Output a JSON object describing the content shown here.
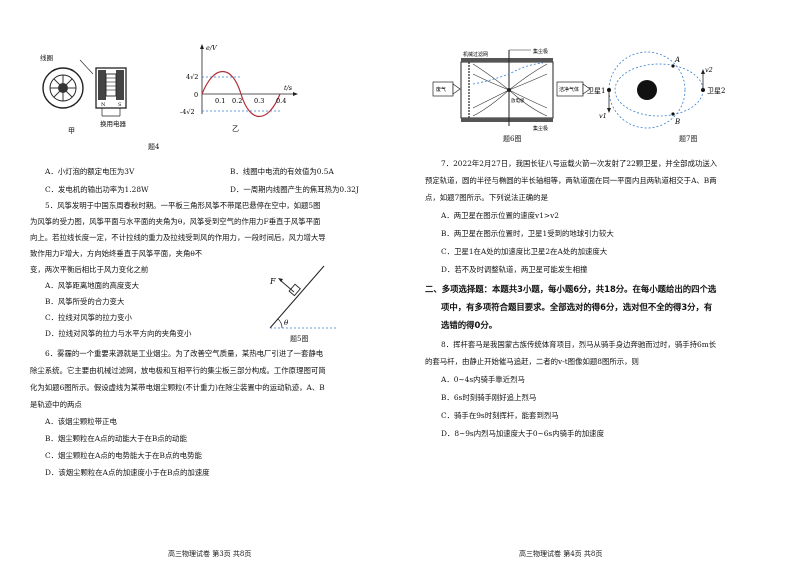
{
  "left": {
    "fig4": {
      "coil_label": "线圈",
      "device_label": "换用电器",
      "sub_a": "甲",
      "sub_b": "乙",
      "y_axis": "e/V",
      "x_axis": "t/s",
      "y_top": "4√2",
      "y_zero": "0",
      "y_bottom": "-4√2",
      "x_ticks": [
        "0.1",
        "0.2",
        "0.3",
        "0.4"
      ],
      "caption": "题4"
    },
    "q4_options": [
      "A．小灯泡的额定电压为3V",
      "B．线圈中电流的有效值为0.5A",
      "C．发电机的输出功率为1.28W",
      "D．一周期内线圈产生的焦耳热为0.32J"
    ],
    "q5_lines": [
      "5．风筝发明于中国东周春秋时期。一平板三角形风筝不带尾巴悬停在空中，如题5图",
      "为风筝的受力图，风筝平面与水平面的夹角为θ，风筝受到空气的作用力F垂直于风筝平面",
      "向上。若拉线长度一定，不计拉线的重力及拉线受到风的作用力，一段时间后，风力增大导",
      "致作用力F增大，方向始终垂直于风筝平面，夹角θ不",
      "变，两次平衡后相比于风力变化之前"
    ],
    "q5_options": [
      "A．风筝距离地面的高度变大",
      "B．风筝所受的合力变大",
      "C．拉线对风筝的拉力变小",
      "D．拉线对风筝的拉力与水平方向的夹角变小"
    ],
    "fig5": {
      "force": "F",
      "angle": "θ",
      "caption": "题5图"
    },
    "q6_lines": [
      "6．雾霾的一个重要来源就是工业烟尘。为了改善空气质量，某热电厂引进了一套静电",
      "除尘系统。它主要由机械过滤网，放电极和互相平行的集尘板三部分构成。工作原理图可简",
      "化为如题6图所示。假设虚线为某带电烟尘颗粒(不计重力)在除尘装置中的运动轨迹，A、B",
      "是轨迹中的两点"
    ],
    "q6_options": [
      "A．该烟尘颗粒带正电",
      "B．烟尘颗粒在A点的动能大于在B点的动能",
      "C．烟尘颗粒在A点的电势能大于在B点的电势能",
      "D．该烟尘颗粒在A点的加速度小于在B点的加速度"
    ],
    "footer": "高三物理试卷     第3页     共8页"
  },
  "right": {
    "fig6": {
      "filter_label": "机械过滤网",
      "collector_label": "集尘极",
      "discharge_label": "放电极",
      "collector_label2": "集尘极",
      "inlet_label": "废气",
      "outlet_label": "洁净气体",
      "caption": "题6图"
    },
    "fig7": {
      "sat1": "卫星1",
      "sat2": "卫星2",
      "pt_a": "A",
      "pt_b": "B",
      "v1": "v1",
      "v2": "v2",
      "caption": "题7图"
    },
    "q7_lines": [
      "7．2022年2月27日，我国长征八号运载火箭一次发射了22颗卫星，并全部成功送入",
      "预定轨道，圆的半径与椭圆的半长轴相等，两轨道面在同一平面内且两轨道相交于A、B两",
      "点，如题7图所示。下列说法正确的是"
    ],
    "q7_options": [
      "A．两卫星在图示位置的速度v1>v2",
      "B．两卫星在图示位置时，卫星1受到的地球引力较大",
      "C．卫星1在A处的加速度比卫星2在A处的加速度大",
      "D．若不及时调整轨道，两卫星可能发生相撞"
    ],
    "section2_lines": [
      "二、多项选择题：本题共3小题，每小题6分，共18分。在每小题给出的四个选",
      "项中，有多项符合题目要求。全部选对的得6分，选对但不全的得3分，有",
      "选错的得0分。"
    ],
    "q8_lines": [
      "8．挥杆套马是我国蒙古族传统体育项目，烈马从骑手身边奔驰而过时，骑手持6m长",
      "的套马杆，由静止开始催马追赶，二者的v-t图像如题8图所示，则"
    ],
    "q8_options": [
      "A．0~4s内骑手靠近烈马",
      "B．6s时刻骑手刚好追上烈马",
      "C．骑手在9s时刻挥杆，能套到烈马",
      "D．8~9s内烈马加速度大于0~6s内骑手的加速度"
    ],
    "footer": "高三物理试卷     第4页     共8页"
  },
  "colors": {
    "dash_blue": "#3a7fd0",
    "curve_red": "#b0303a",
    "text": "#111111"
  }
}
